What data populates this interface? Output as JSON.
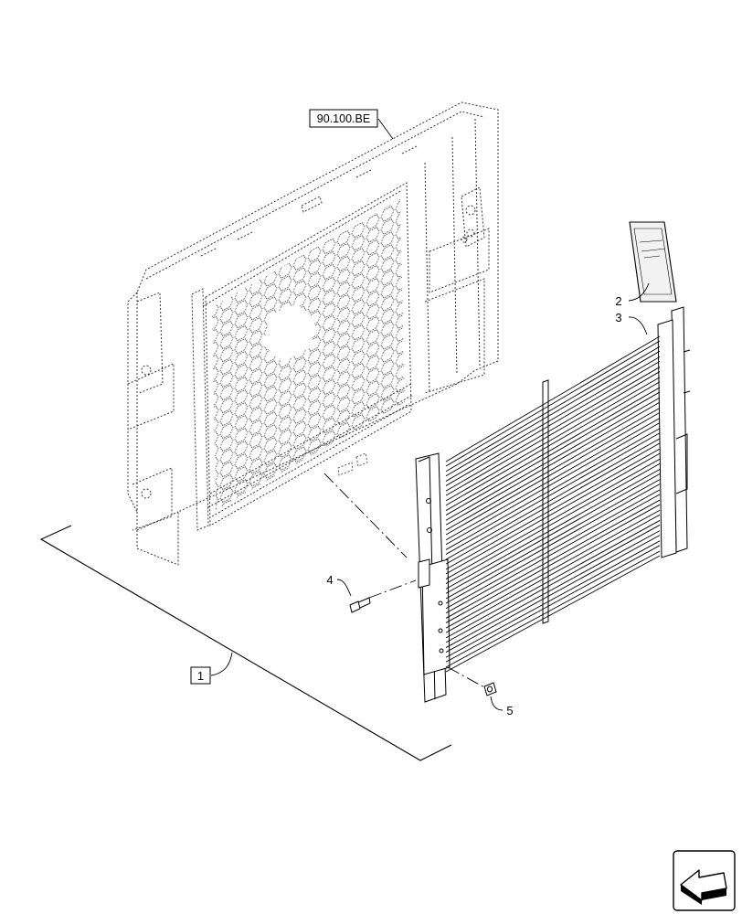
{
  "diagram": {
    "reference_label": "90.100.BE",
    "callouts": {
      "item_1": "1",
      "item_2": "2",
      "item_3": "3",
      "item_4": "4",
      "item_5": "5"
    },
    "icons": {
      "navigation": "back-arrow-icon"
    },
    "colors": {
      "line": "#000000",
      "ghost_line": "#333333",
      "background": "#ffffff"
    }
  }
}
